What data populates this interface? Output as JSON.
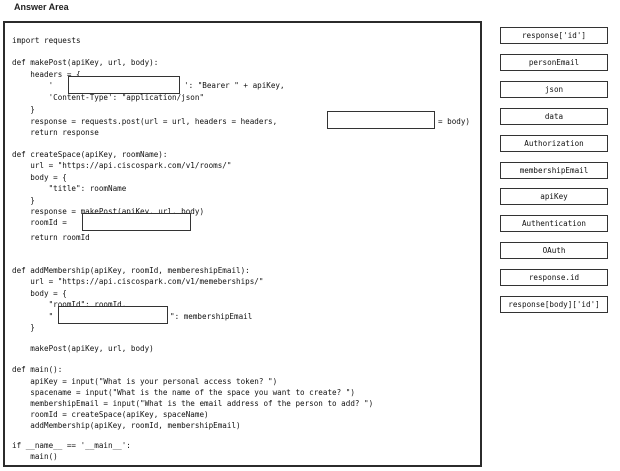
{
  "title": "Answer Area",
  "code": {
    "l_import": "import requests",
    "l_def_makepost": "def makePost(apiKey, url, body):",
    "l_headers_open": "    headers = {",
    "l_headers_key_pre": "        '",
    "l_headers_key_post": "': \"Bearer \" + apiKey,",
    "l_content_type": "        'Content-Type': \"application/json\"",
    "l_close_brace_1": "    }",
    "l_response_pre": "    response = requests.post(url = url, headers = headers,",
    "l_response_post": "= body)",
    "l_return_response": "    return response",
    "l_def_createspace": "def createSpace(apiKey, roomName):",
    "l_url_rooms": "    url = \"https://api.ciscospark.com/v1/rooms/\"",
    "l_body_open_1": "    body = {",
    "l_title_roomname": "        \"title\": roomName",
    "l_close_brace_2": "    }",
    "l_response_makepost": "    response = makePost(apiKey, url, body)",
    "l_roomid_pre": "    roomId =",
    "l_return_roomid": "    return roomId",
    "l_def_addmembership": "def addMembership(apiKey, roomId, membereshipEmail):",
    "l_url_memberships": "    url = \"https://api.ciscospark.com/v1/memeberships/\"",
    "l_body_open_2": "    body = {",
    "l_roomid_field": "        \"roomId\": roomId,",
    "l_member_pre": "        \"",
    "l_member_post": "\": membershipEmail",
    "l_close_brace_3": "    }",
    "l_makepost_call": "    makePost(apiKey, url, body)",
    "l_def_main": "def main():",
    "l_apikey_input": "    apiKey = input(\"What is your personal access token? \")",
    "l_spacename_input": "    spacename = input(\"What is the name of the space you want to create? \")",
    "l_email_input": "    membershipEmail = input(\"What is the email address of the person to add? \")",
    "l_roomid_create": "    roomId = createSpace(apiKey, spaceName)",
    "l_addmembership_call": "    addMembership(apiKey, roomId, membershipEmail)",
    "l_if_main": "if __name__ == '__main__':",
    "l_main_call": "    main()"
  },
  "options": [
    "response['id']",
    "personEmail",
    "json",
    "data",
    "Authorization",
    "membershipEmail",
    "apiKey",
    "Authentication",
    "OAuth",
    "response.id",
    "response[body]['id']"
  ]
}
